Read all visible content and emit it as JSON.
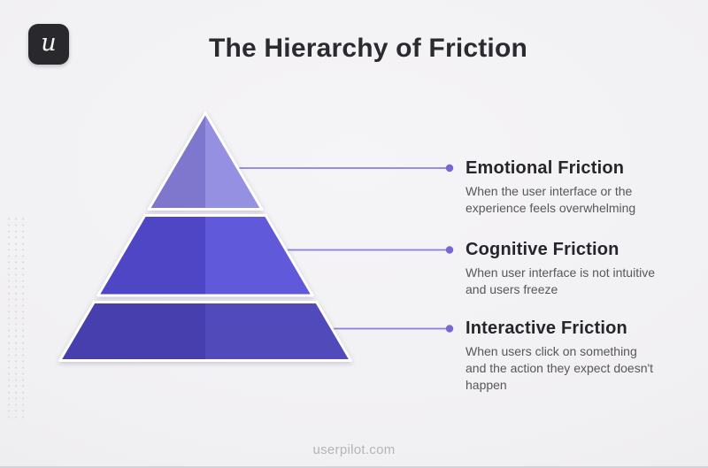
{
  "logo": {
    "letter": "u"
  },
  "header": {
    "title": "The Hierarchy of Friction"
  },
  "diagram": {
    "type": "pyramid",
    "levels": [
      {
        "title": "Emotional Friction",
        "description": "When the user interface or the experience feels overwhelming",
        "color_left": "#7e77cd",
        "color_right": "#9690e3"
      },
      {
        "title": "Cognitive Friction",
        "description": "When user interface is not intuitive and users freeze",
        "color_left": "#4e46c5",
        "color_right": "#6059da"
      },
      {
        "title": "Interactive Friction",
        "description": "When users click on something and the action they expect doesn't happen",
        "color_left": "#463fad",
        "color_right": "#504aba"
      }
    ],
    "connector": {
      "line_color": "#8a80da",
      "dot_color": "#7668d2"
    },
    "outline_color": "#ffffff"
  },
  "footer": {
    "text": "userpilot.com"
  }
}
